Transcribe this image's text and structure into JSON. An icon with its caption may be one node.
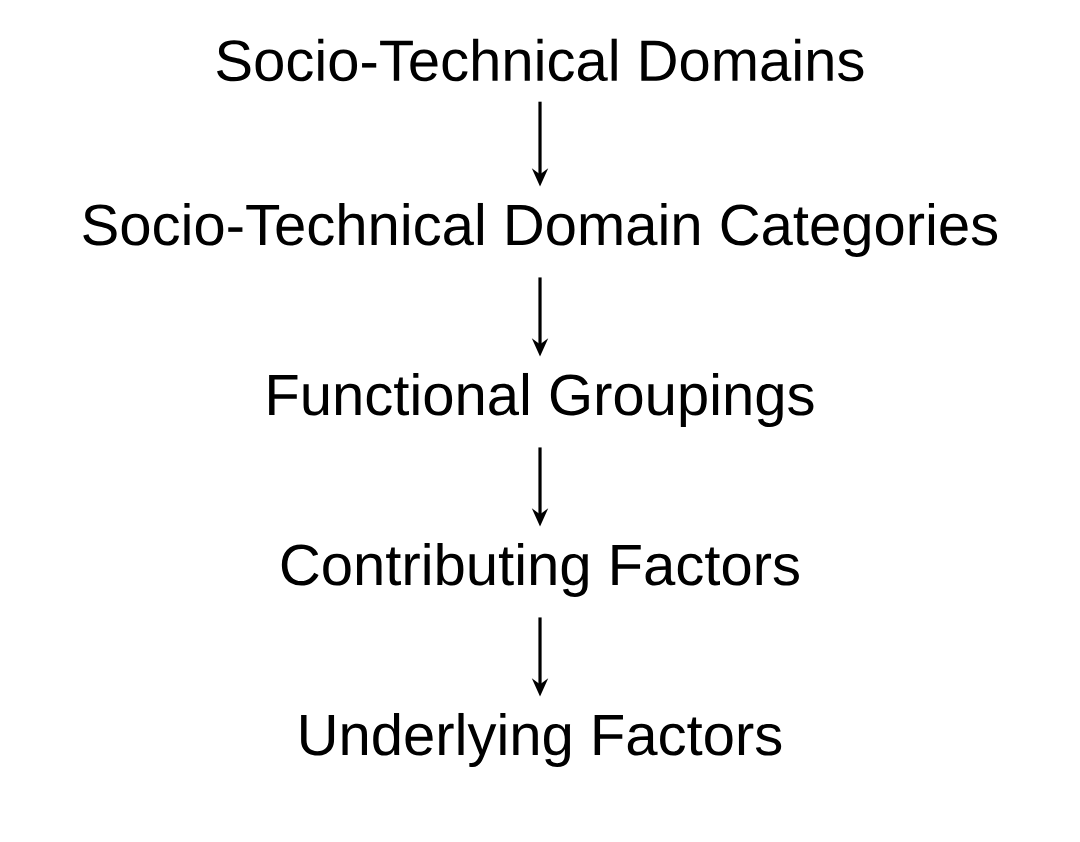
{
  "diagram": {
    "nodes": [
      {
        "text": [
          "Socio-Technical Domains"
        ]
      },
      {
        "text": [
          "Socio-Technical Domain Categories"
        ]
      },
      {
        "text": [
          "Functional Groupings"
        ]
      },
      {
        "text": [
          "Contributing Factors"
        ]
      },
      {
        "text": [
          "Underlying Factors"
        ]
      }
    ],
    "edges": [
      {
        "from": 0,
        "to": 1,
        "arrow": "to"
      },
      {
        "from": 1,
        "to": 2,
        "arrow": "to"
      },
      {
        "from": 2,
        "to": 3,
        "arrow": "to"
      },
      {
        "from": 3,
        "to": 4,
        "arrow": "to"
      }
    ]
  }
}
